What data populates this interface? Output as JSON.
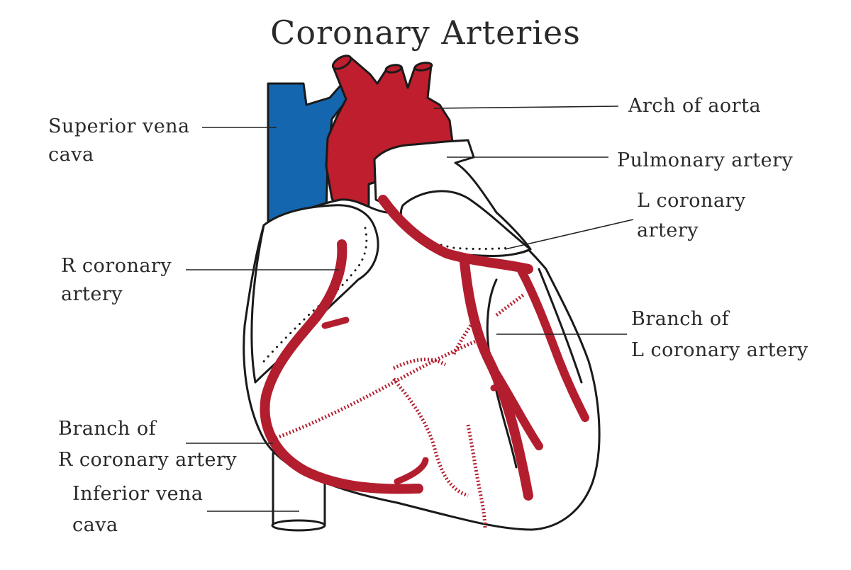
{
  "title": "Coronary Arteries",
  "colors": {
    "artery_red": "#be1e2d",
    "vein_blue": "#1466ae",
    "outline": "#1a1a1a",
    "background": "#ffffff"
  },
  "labels": {
    "superior_vena_cava": [
      "Superior vena",
      "cava"
    ],
    "r_coronary_artery": [
      "R coronary",
      "artery"
    ],
    "branch_r_coronary": [
      "Branch of",
      "R coronary artery"
    ],
    "inferior_vena_cava": [
      "Inferior vena",
      "cava"
    ],
    "arch_of_aorta": [
      "Arch of  aorta"
    ],
    "pulmonary_artery": [
      "Pulmonary artery"
    ],
    "l_coronary_artery": [
      "L coronary",
      "artery"
    ],
    "branch_l_coronary": [
      "Branch of",
      "L coronary artery"
    ]
  }
}
